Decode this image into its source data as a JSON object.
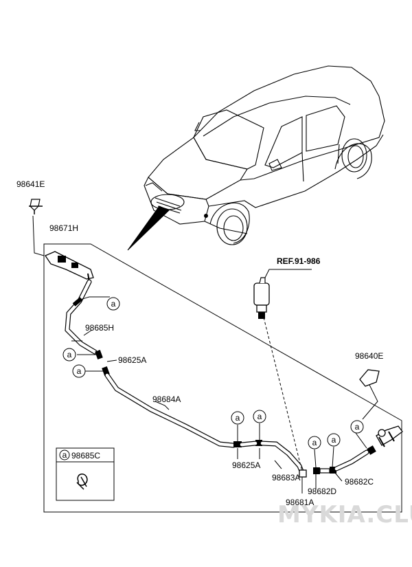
{
  "reference": {
    "label": "REF.91-986"
  },
  "callout_letter": "a",
  "parts": {
    "p98641E": "98641E",
    "p98671H": "98671H",
    "p98685H": "98685H",
    "p98625A_top": "98625A",
    "p98684A": "98684A",
    "p98625A_bottom": "98625A",
    "p98683A": "98683A",
    "p98681A": "98681A",
    "p98682D": "98682D",
    "p98682C": "98682C",
    "p98640E": "98640E"
  },
  "legend": {
    "letter": "a",
    "part": "98685C"
  },
  "watermark": "MYKIA.CLUB"
}
